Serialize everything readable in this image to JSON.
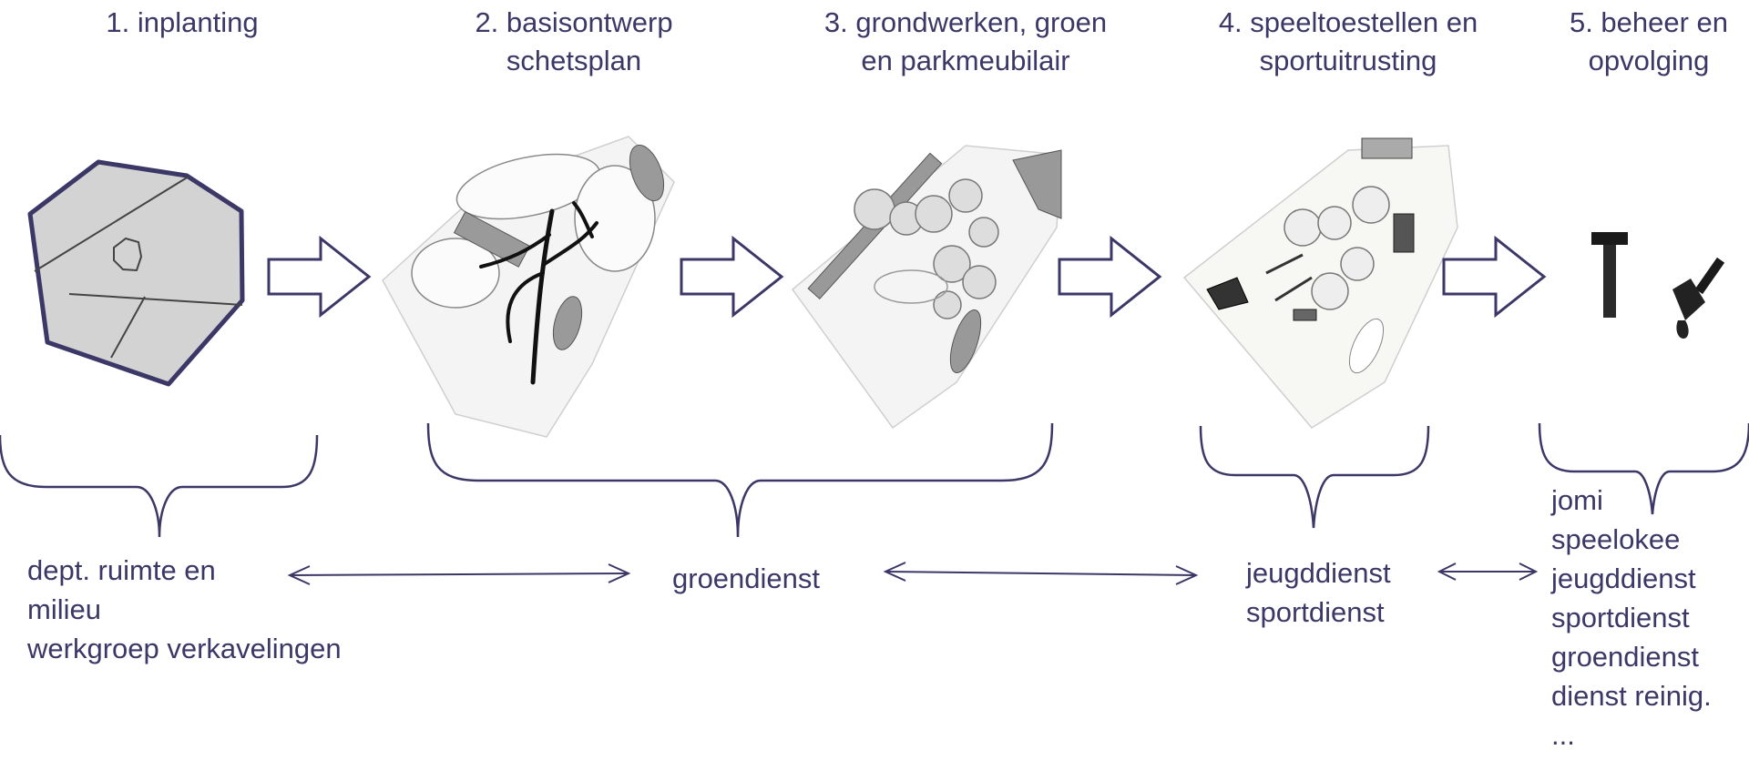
{
  "colors": {
    "accent": "#3b3767",
    "map_fill": "#d3d3d3",
    "sketch": "#555555"
  },
  "steps": [
    {
      "line1": "1. inplanting",
      "line2": ""
    },
    {
      "line1": "2. basisontwerp",
      "line2": "schetsplan"
    },
    {
      "line1": "3. grondwerken, groen",
      "line2": "en parkmeubilair"
    },
    {
      "line1": "4. speeltoestellen en",
      "line2": "sportuitrusting"
    },
    {
      "line1": "5. beheer en",
      "line2": "opvolging"
    }
  ],
  "groups": {
    "g1": {
      "line1": "dept. ruimte en",
      "line2": "milieu",
      "line3": "werkgroep verkavelingen"
    },
    "g2": {
      "line1": "groendienst"
    },
    "g3": {
      "line1": "jeugddienst",
      "line2": "sportdienst"
    },
    "g4": {
      "items": [
        "jomi",
        "speelokee",
        "jeugddienst",
        "sportdienst",
        "groendienst",
        "dienst reinig.",
        "..."
      ]
    }
  },
  "icons": [
    "plot-map-icon",
    "sketch-plan-icon",
    "trees-plan-icon",
    "playground-plan-icon",
    "hammer-icon",
    "paintbrush-icon",
    "arrow-right-icon",
    "double-arrow-icon",
    "curly-brace-icon"
  ]
}
